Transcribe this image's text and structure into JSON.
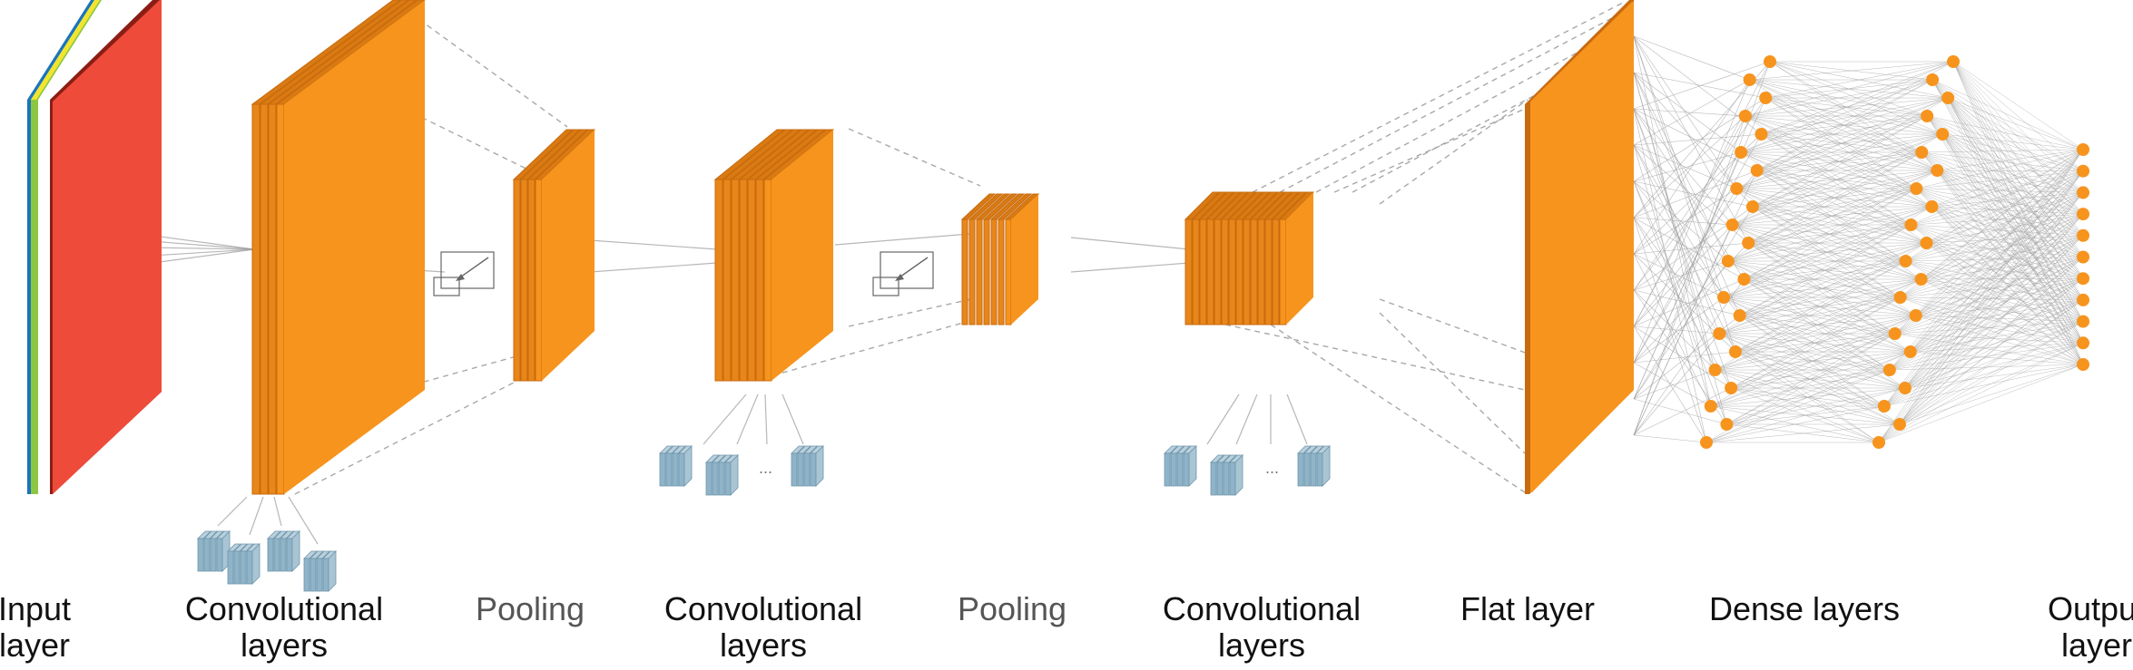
{
  "diagram": {
    "type": "convolutional-neural-network-architecture",
    "labels": {
      "input": [
        "Input",
        "layer"
      ],
      "conv1": [
        "Convolutional",
        "layers"
      ],
      "pool1": [
        "Pooling"
      ],
      "conv2": [
        "Convolutional",
        "layers"
      ],
      "pool2": [
        "Pooling"
      ],
      "conv3": [
        "Convolutional",
        "layers"
      ],
      "flat": [
        "Flat layer"
      ],
      "dense": [
        "Dense layers"
      ],
      "output": [
        "Output",
        "layer"
      ]
    },
    "ellipsis": "...",
    "colors": {
      "orange_front": "#F7941D",
      "orange_edge": "#C86A0E",
      "orange_top": "#D97A12",
      "input_red": "#EF4B3B",
      "input_blue": "#1B75BB",
      "input_green": "#8DC63F",
      "input_yellow": "#F2E52B",
      "kernel_blue": "#8FB4C9",
      "connection_gray": "#9A9A9A",
      "neuron_orange": "#F7941D"
    },
    "structure": {
      "input_channels": 3,
      "conv1_maps": 4,
      "pool1_maps": 4,
      "conv2_maps": 7,
      "pool2_maps": 7,
      "conv3_maps": 14,
      "dense_layer1_neurons": 22,
      "dense_layer2_neurons": 22,
      "output_neurons": 11
    }
  }
}
